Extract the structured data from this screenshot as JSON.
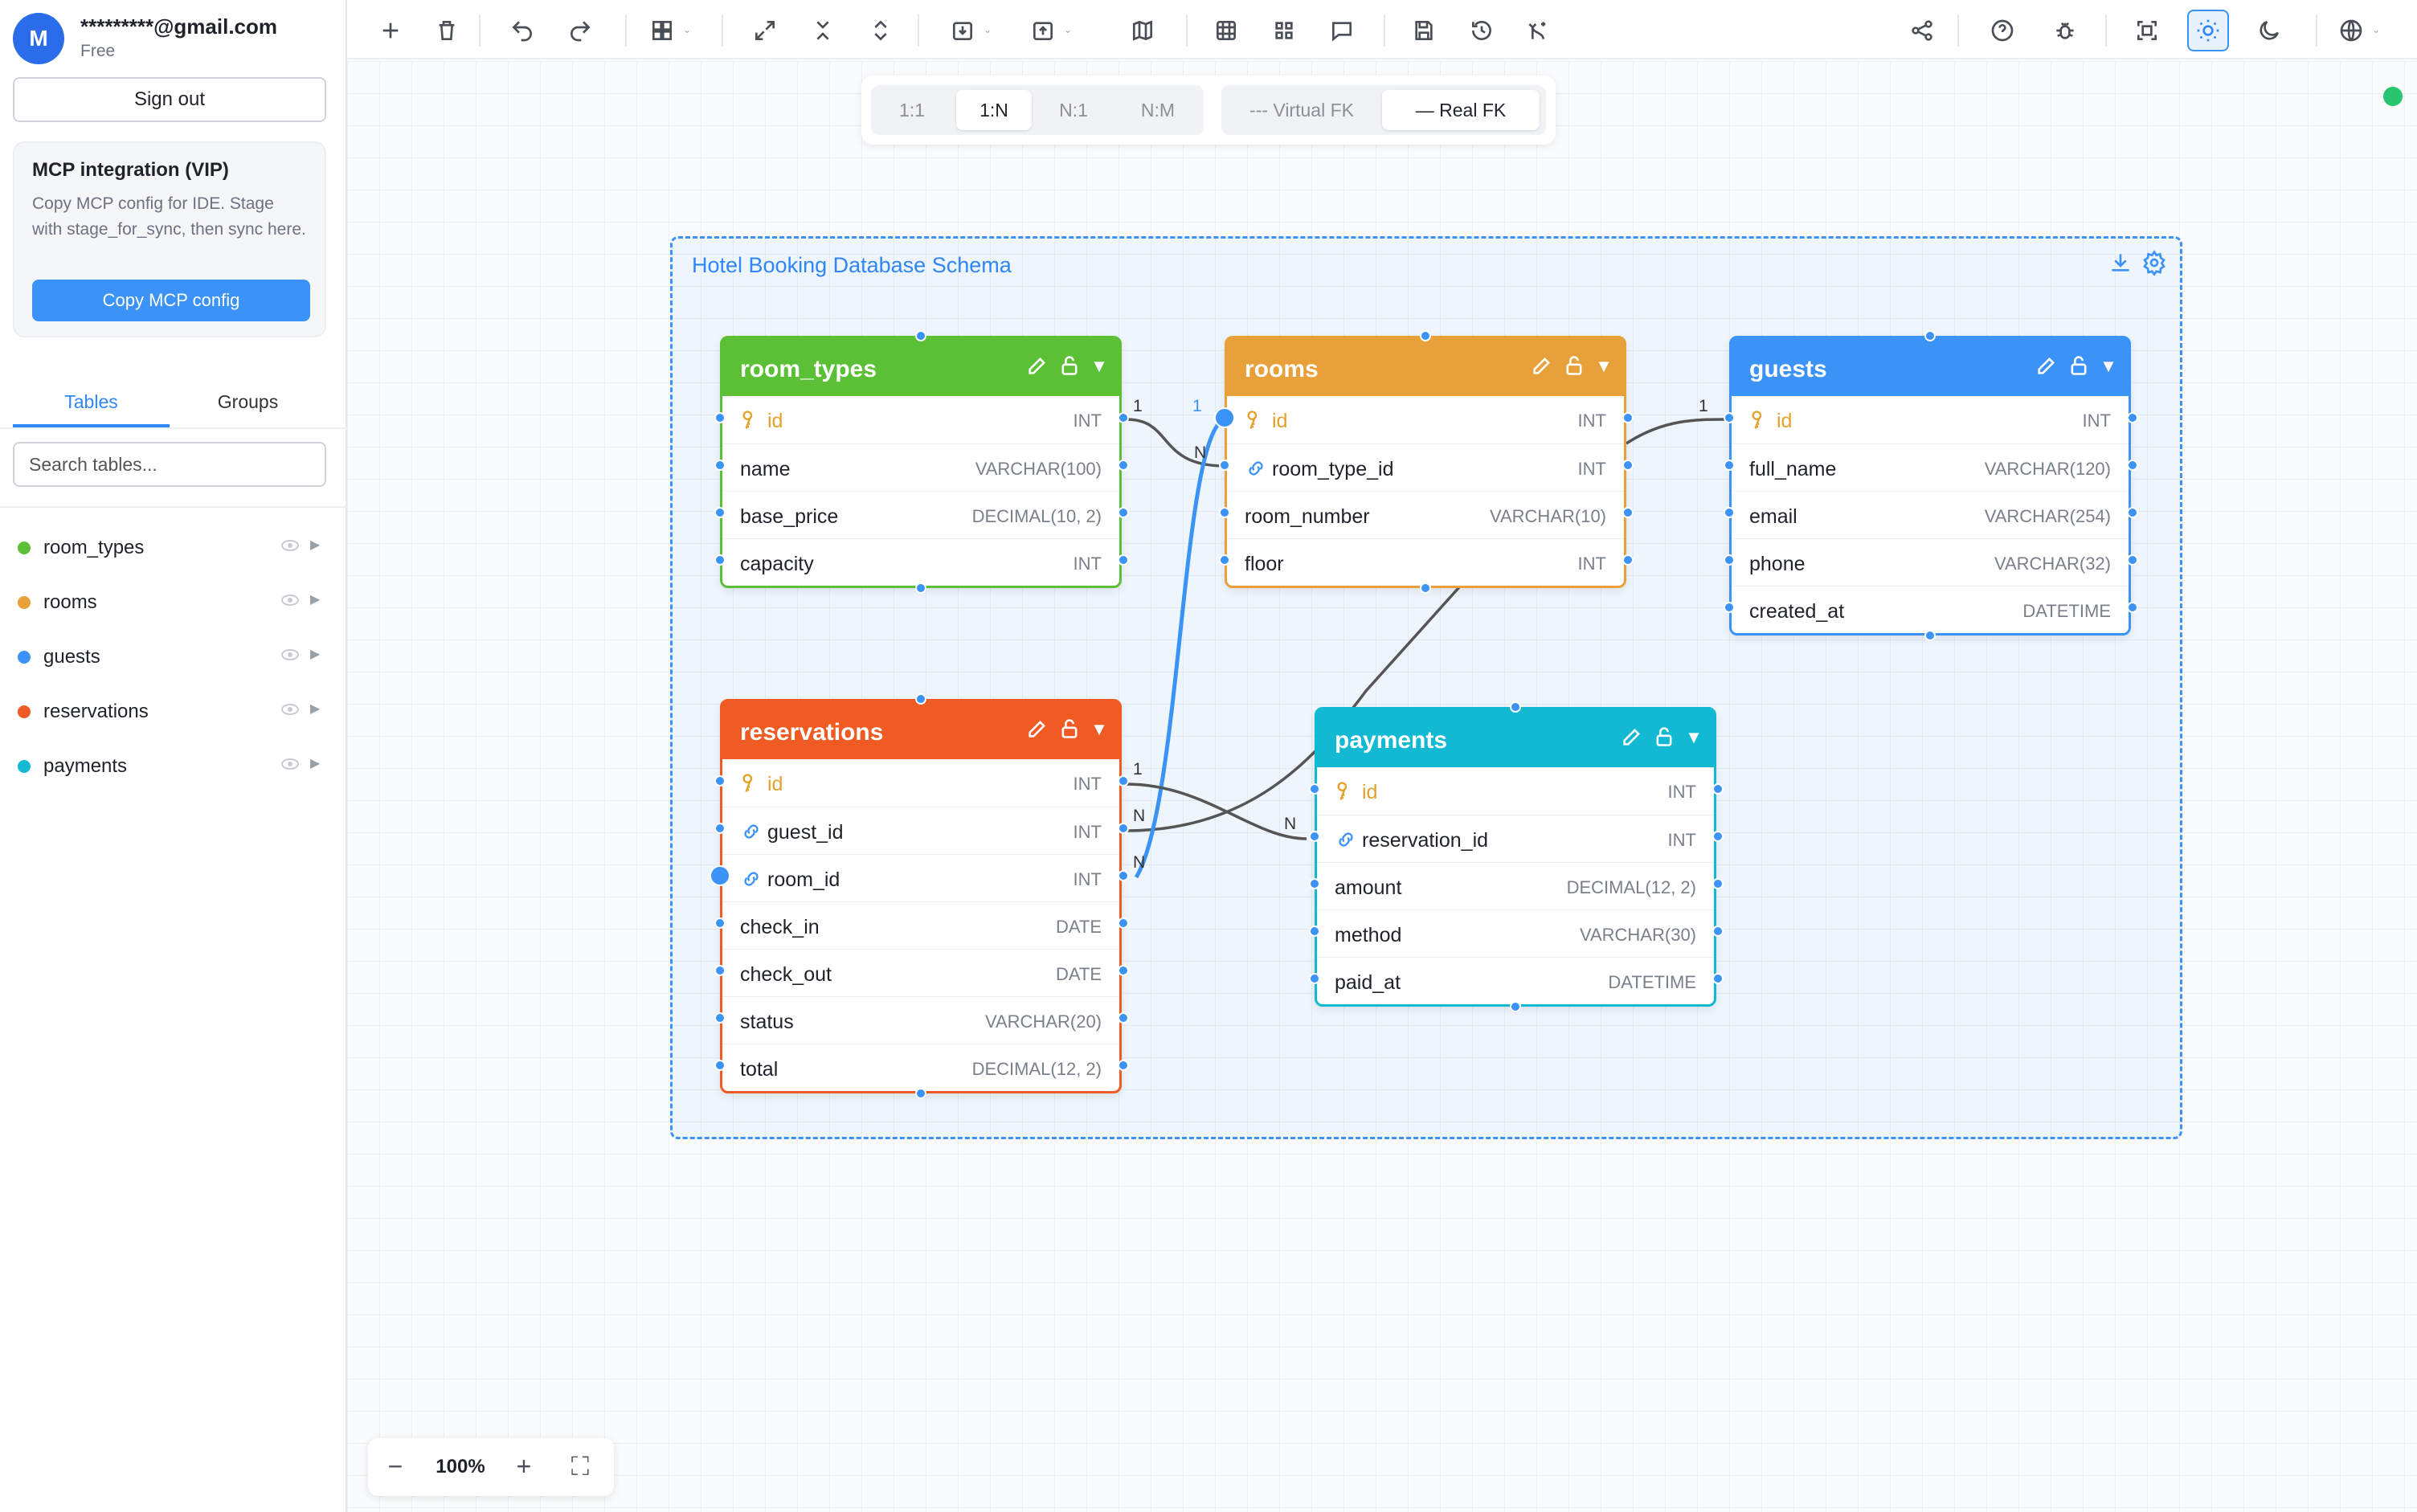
{
  "user": {
    "initial": "M",
    "email": "*********@gmail.com",
    "plan": "Free",
    "signout_label": "Sign out"
  },
  "mcp": {
    "title": "MCP integration (VIP)",
    "description": "Copy MCP config for IDE. Stage with stage_for_sync, then sync here.",
    "button_label": "Copy MCP config"
  },
  "sidebar": {
    "tabs": [
      {
        "label": "Tables",
        "active": true
      },
      {
        "label": "Groups",
        "active": false
      }
    ],
    "search_placeholder": "Search tables...",
    "tables": [
      {
        "label": "room_types",
        "color": "#5cc036"
      },
      {
        "label": "rooms",
        "color": "#e8a13a"
      },
      {
        "label": "guests",
        "color": "#3b93f7"
      },
      {
        "label": "reservations",
        "color": "#f05a23"
      },
      {
        "label": "payments",
        "color": "#12b9d2"
      }
    ]
  },
  "toolbar": {
    "icons": [
      "add-icon",
      "delete-icon",
      "undo-icon",
      "redo-icon",
      "layout-icon",
      "expand-icon",
      "collapse-vertical-icon",
      "expand-vertical-icon",
      "import-icon",
      "export-icon",
      "map-icon",
      "grid-icon",
      "apps-icon",
      "comment-icon",
      "save-icon",
      "history-icon",
      "branch-icon",
      "share-icon",
      "help-icon",
      "bug-icon",
      "screenshot-icon",
      "light-mode-icon",
      "dark-mode-icon",
      "language-icon"
    ]
  },
  "relation_modes": [
    {
      "label": "1:1",
      "active": false
    },
    {
      "label": "1:N",
      "active": true
    },
    {
      "label": "N:1",
      "active": false
    },
    {
      "label": "N:M",
      "active": false
    }
  ],
  "fk_modes": [
    {
      "label": "--- Virtual FK",
      "active": false
    },
    {
      "label": "— Real FK",
      "active": true
    }
  ],
  "group": {
    "title": "Hotel Booking Database Schema"
  },
  "tables": {
    "room_types": {
      "name": "room_types",
      "color": "#5cc036",
      "columns": [
        {
          "name": "id",
          "type": "INT",
          "key": "pk"
        },
        {
          "name": "name",
          "type": "VARCHAR(100)",
          "key": ""
        },
        {
          "name": "base_price",
          "type": "DECIMAL(10, 2)",
          "key": ""
        },
        {
          "name": "capacity",
          "type": "INT",
          "key": ""
        }
      ]
    },
    "rooms": {
      "name": "rooms",
      "color": "#e8a13a",
      "columns": [
        {
          "name": "id",
          "type": "INT",
          "key": "pk"
        },
        {
          "name": "room_type_id",
          "type": "INT",
          "key": "fk"
        },
        {
          "name": "room_number",
          "type": "VARCHAR(10)",
          "key": ""
        },
        {
          "name": "floor",
          "type": "INT",
          "key": ""
        }
      ]
    },
    "guests": {
      "name": "guests",
      "color": "#3b93f7",
      "columns": [
        {
          "name": "id",
          "type": "INT",
          "key": "pk"
        },
        {
          "name": "full_name",
          "type": "VARCHAR(120)",
          "key": ""
        },
        {
          "name": "email",
          "type": "VARCHAR(254)",
          "key": ""
        },
        {
          "name": "phone",
          "type": "VARCHAR(32)",
          "key": ""
        },
        {
          "name": "created_at",
          "type": "DATETIME",
          "key": ""
        }
      ]
    },
    "reservations": {
      "name": "reservations",
      "color": "#f05a23",
      "columns": [
        {
          "name": "id",
          "type": "INT",
          "key": "pk"
        },
        {
          "name": "guest_id",
          "type": "INT",
          "key": "fk"
        },
        {
          "name": "room_id",
          "type": "INT",
          "key": "fk"
        },
        {
          "name": "check_in",
          "type": "DATE",
          "key": ""
        },
        {
          "name": "check_out",
          "type": "DATE",
          "key": ""
        },
        {
          "name": "status",
          "type": "VARCHAR(20)",
          "key": ""
        },
        {
          "name": "total",
          "type": "DECIMAL(12, 2)",
          "key": ""
        }
      ]
    },
    "payments": {
      "name": "payments",
      "color": "#12b9d2",
      "columns": [
        {
          "name": "id",
          "type": "INT",
          "key": "pk"
        },
        {
          "name": "reservation_id",
          "type": "INT",
          "key": "fk"
        },
        {
          "name": "amount",
          "type": "DECIMAL(12, 2)",
          "key": ""
        },
        {
          "name": "method",
          "type": "VARCHAR(30)",
          "key": ""
        },
        {
          "name": "paid_at",
          "type": "DATETIME",
          "key": ""
        }
      ]
    }
  },
  "cardinality": {
    "one": "1",
    "many": "N"
  },
  "zoom": {
    "level": "100%",
    "minus": "−",
    "plus": "+",
    "fit": "⛶"
  }
}
